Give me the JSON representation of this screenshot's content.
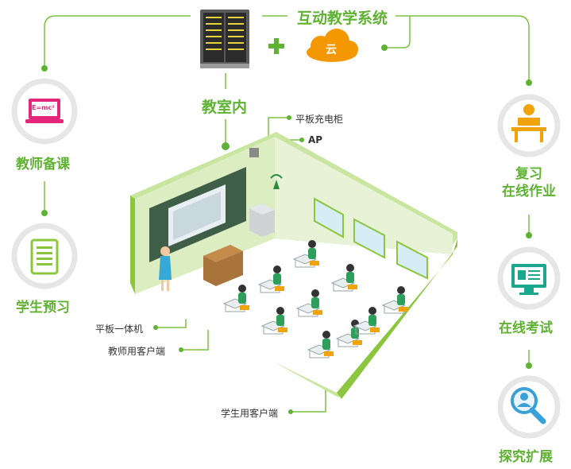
{
  "title": "互动教学系统",
  "classroom_label": "教室内",
  "cloud_label": "云",
  "left_items": [
    {
      "label": "教师备课",
      "icon": "emc2-laptop-icon",
      "icon_text": "E=mc²"
    },
    {
      "label": "学生预习",
      "icon": "tablet-icon"
    }
  ],
  "right_items": [
    {
      "label_line1": "复习",
      "label_line2": "在线作业",
      "icon": "student-reading-icon"
    },
    {
      "label": "在线考试",
      "icon": "monitor-exam-icon"
    },
    {
      "label": "探究扩展",
      "icon": "magnifier-person-icon"
    }
  ],
  "callouts": {
    "charging_cabinet": "平板充电柜",
    "ap": "AP",
    "tablet_all_in_one": "平板一体机",
    "teacher_client": "教师用客户端",
    "student_client": "学生用客户端"
  },
  "colors": {
    "accent": "#5fb233",
    "line": "#7cc142",
    "ring": "#e6e6e6",
    "cloud": "#f39800",
    "wall": "#c8e6a0"
  }
}
